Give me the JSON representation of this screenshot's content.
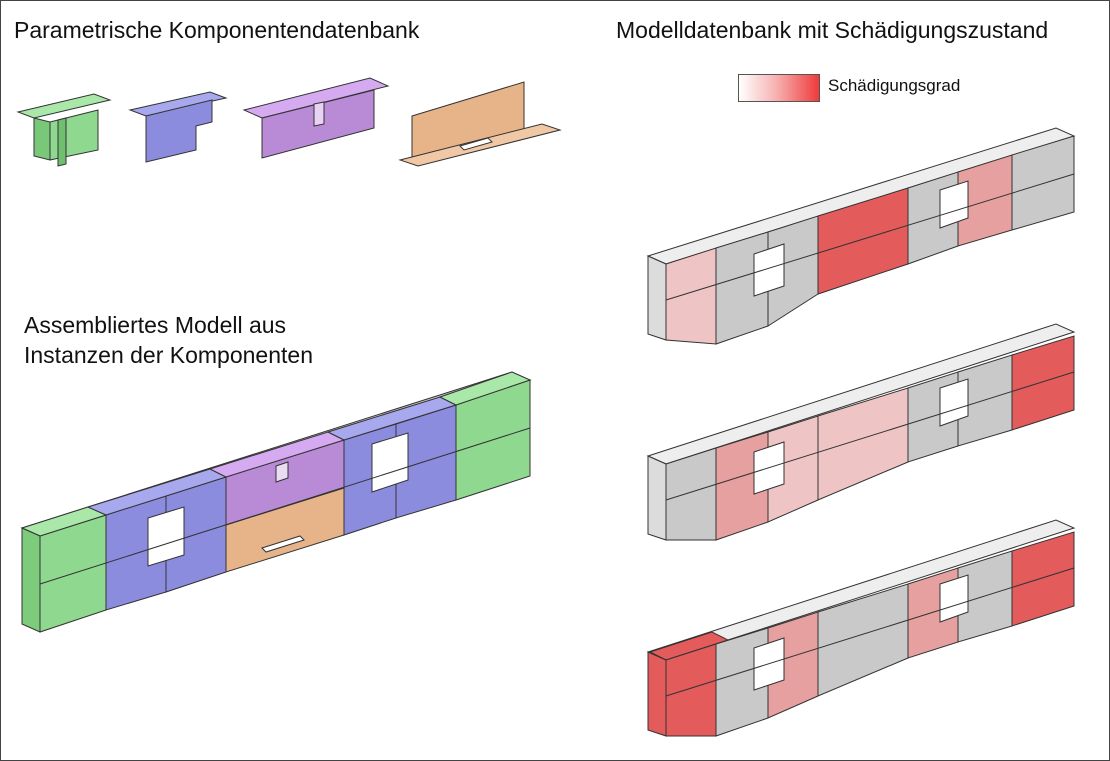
{
  "titles": {
    "components": "Parametrische Komponentendatenbank",
    "model_db": "Modelldatenbank mit Schädigungszustand",
    "assembled": "Assembliertes Modell aus Instanzen der Komponenten"
  },
  "legend": {
    "label": "Schädigungsgrad",
    "gradient_colors": [
      "#ffffff",
      "#ef3b3b"
    ]
  },
  "colors": {
    "component_green": "#8fd88f",
    "component_blue": "#8c8cdf",
    "component_purple": "#b98ad6",
    "component_orange": "#e7b48a",
    "undamaged_gray": "#c9c9c9",
    "damage_low": "#efc4c4",
    "damage_mid": "#e7a0a0",
    "damage_high": "#e35b5b"
  },
  "components": [
    "green",
    "blue",
    "purple",
    "orange"
  ],
  "assembled_segments": [
    "green",
    "blue",
    "blue",
    "purple_orange",
    "blue",
    "blue",
    "green"
  ],
  "damage_states": [
    {
      "segments": [
        "low",
        "none",
        "none",
        "high",
        "none",
        "mid",
        "none"
      ]
    },
    {
      "segments": [
        "none",
        "mid",
        "low",
        "low",
        "none",
        "none",
        "high"
      ]
    },
    {
      "segments": [
        "high",
        "none",
        "mid",
        "none",
        "mid",
        "none",
        "high"
      ]
    }
  ]
}
